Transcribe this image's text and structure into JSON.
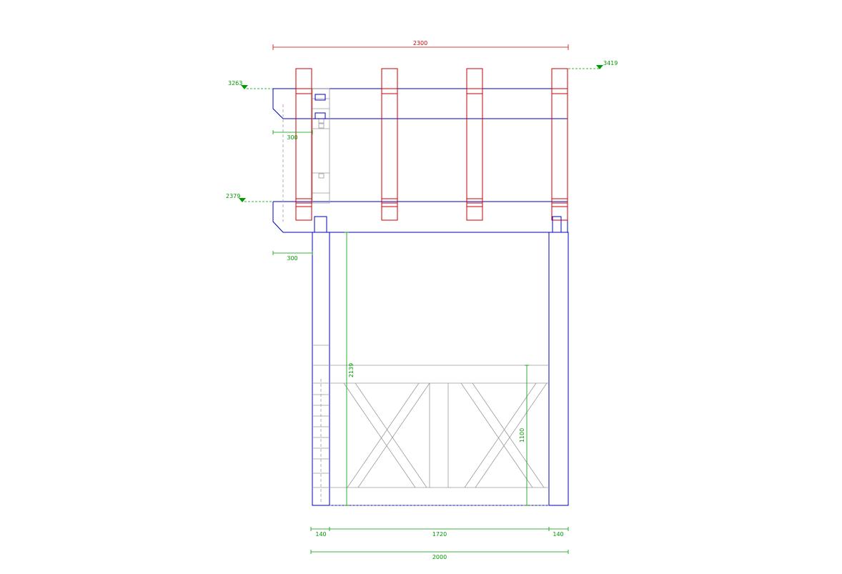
{
  "colors": {
    "background": "#ffffff",
    "rafter": "#cc0000",
    "beam_post": "#0000bb",
    "dimension": "#009900",
    "detail": "#9a9a9a"
  },
  "dimensions": {
    "overall_width_top": "2300",
    "elevation_top_right": "3419",
    "elevation_top_left": "3263",
    "elevation_lower_left": "2379",
    "overhang_upper": "300",
    "overhang_lower": "300",
    "post_height": "2139",
    "railing_height": "1100",
    "bottom_left_post": "140",
    "bottom_span": "1720",
    "bottom_right_post": "140",
    "bottom_overall": "2000"
  }
}
